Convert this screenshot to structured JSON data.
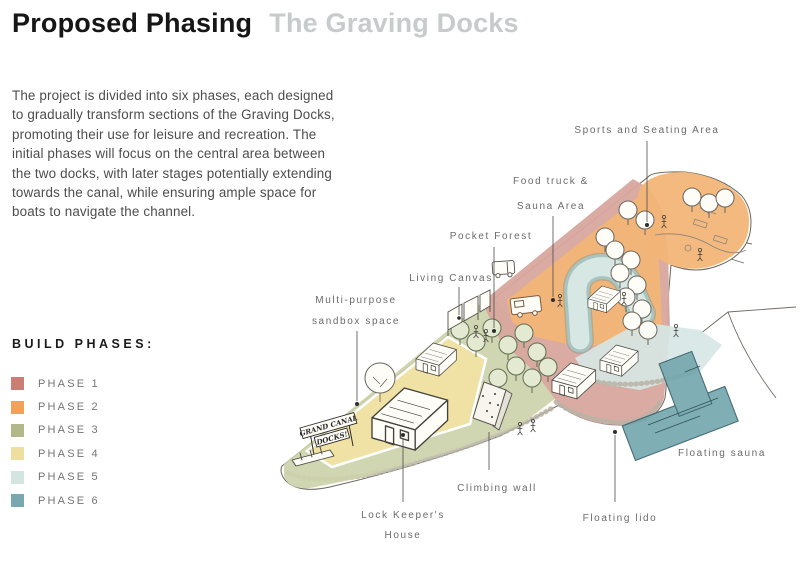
{
  "header": {
    "title": "Proposed Phasing",
    "subtitle": "The Graving Docks"
  },
  "intro": {
    "lines": [
      "The project is divided into six phases, each designed",
      "to gradually transform sections of the Graving Docks,",
      "promoting their use for leisure and recreation. The",
      "initial phases will focus on the central area between",
      "the two docks, with later stages potentially extending",
      "towards the canal, while ensuring ample space for",
      "boats to navigate the channel."
    ]
  },
  "legend": {
    "heading": "BUILD PHASES:",
    "phases": [
      {
        "label": "PHASE 1",
        "color": "#ca7e74"
      },
      {
        "label": "PHASE 2",
        "color": "#f0a25d"
      },
      {
        "label": "PHASE 3",
        "color": "#b2b88a"
      },
      {
        "label": "PHASE 4",
        "color": "#eedf9f"
      },
      {
        "label": "PHASE 5",
        "color": "#d3e4e1"
      },
      {
        "label": "PHASE 6",
        "color": "#79a9af"
      }
    ]
  },
  "map": {
    "labels": {
      "sports": "Sports and Seating Area",
      "food_line1": "Food truck &",
      "food_line2": "Sauna Area",
      "pocket_forest": "Pocket Forest",
      "living_canvas": "Living Canvas",
      "sandbox_line1": "Multi-purpose",
      "sandbox_line2": "sandbox space",
      "lock_line1": "Lock Keeper's",
      "lock_line2": "House",
      "climbing_wall": "Climbing wall",
      "floating_lido": "Floating lido",
      "floating_sauna": "Floating sauna",
      "sign_line1": "GRAND CANAL",
      "sign_line2": "DOCKS!"
    },
    "colors": {
      "phase1": "#d7a79e",
      "phase2": "#f2b577",
      "phase3": "#cdd2ab",
      "phase4": "#f0e1a5",
      "phase5": "#d6e7e4",
      "phase5_edge": "#a8c4c1",
      "phase6": "#76a8af",
      "land": "#fffdf8"
    }
  }
}
